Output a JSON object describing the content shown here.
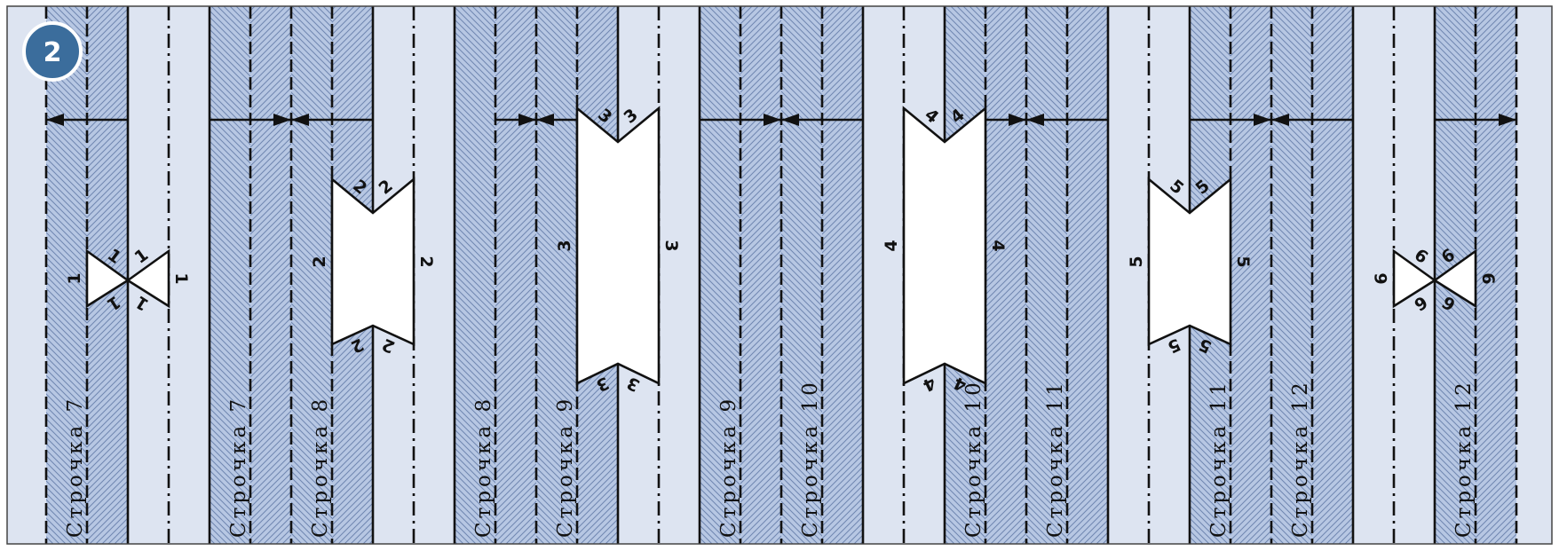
{
  "badge": "2",
  "stitch_labels": [
    "Строчка 7",
    "Строчка 7",
    "Строчка 8",
    "Строчка 8",
    "Строчка 9",
    "Строчка 9",
    "Строчка 10",
    "Строчка 10",
    "Строчка 11",
    "Строчка 11",
    "Строчка 12",
    "Строчка 12"
  ],
  "shape_marks": [
    "1",
    "2",
    "3",
    "4",
    "5",
    "6"
  ],
  "colors": {
    "background": "#dde4f1",
    "strip": "#b7c7e3",
    "hatch": "#6f86b0",
    "badge": "#3b6d9c",
    "line": "#111111"
  }
}
